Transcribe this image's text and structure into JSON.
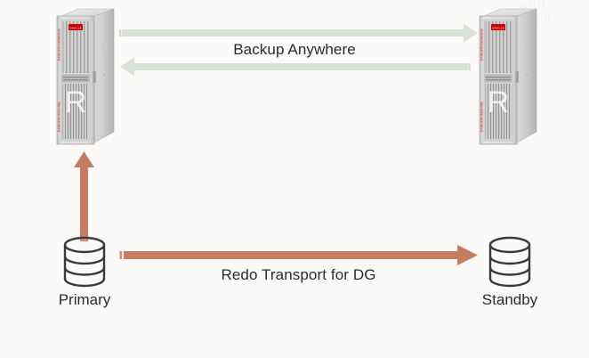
{
  "diagram": {
    "background_color": "#fbfaf8",
    "title_watermark": "faint-text-watermark",
    "nodes": {
      "rack_left": {
        "name": "Exadata Rack Primary Site",
        "badge_letter": "R",
        "logo_text": "ORACLE",
        "side_text": "EXADATA DATABASE MACHINE"
      },
      "rack_right": {
        "name": "Exadata Rack Standby Site",
        "badge_letter": "R",
        "logo_text": "ORACLE",
        "side_text": "EXADATA DATABASE MACHINE"
      },
      "db_primary": {
        "label": "Primary",
        "icon": "database-cylinder"
      },
      "db_standby": {
        "label": "Standby",
        "icon": "database-cylinder"
      }
    },
    "connections": {
      "backup": {
        "label": "Backup Anywhere",
        "color": "#d8e2d5",
        "direction": "bidirectional",
        "from": "rack_left",
        "to": "rack_right"
      },
      "redo": {
        "label": "Redo Transport for DG",
        "color": "#c47e5f",
        "direction": "left-to-right",
        "from": "db_primary",
        "to": "db_standby"
      },
      "ingest": {
        "label": "",
        "color": "#c47e5f",
        "direction": "upward",
        "from": "db_primary",
        "to": "rack_left"
      }
    },
    "colors": {
      "green_arrow": "#d8e2d5",
      "orange_arrow": "#c47e5f",
      "text": "#2b2b2b",
      "background": "#fbfaf8",
      "rack_metal": "#c9c9c9",
      "rack_accent_red": "#cc0000"
    }
  }
}
